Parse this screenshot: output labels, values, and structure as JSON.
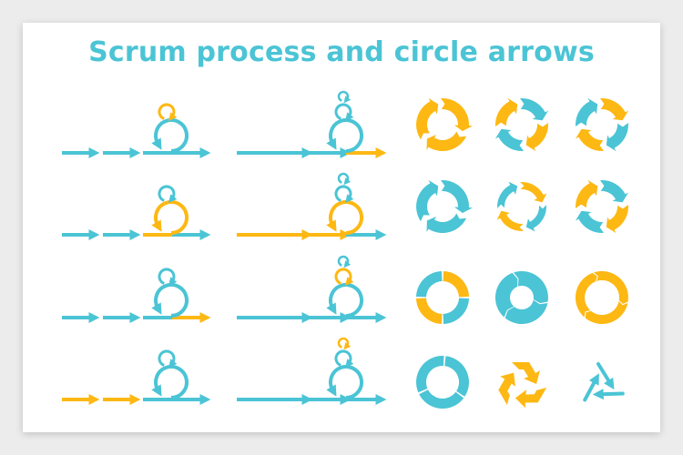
{
  "title": "Scrum process and circle arrows",
  "colors": {
    "blue": "#4bc4d5",
    "yellow": "#fdb813"
  },
  "scrum_rows": [
    {
      "left": {
        "sprint1": "blue",
        "sprint2": "blue",
        "line": "blue",
        "loop": "blue",
        "small_loop": "yellow",
        "tail": "blue"
      },
      "right": {
        "line": "blue",
        "loop": "blue",
        "small_loop": "blue",
        "tiny_loop": "blue",
        "tail": "yellow"
      }
    },
    {
      "left": {
        "sprint1": "blue",
        "sprint2": "blue",
        "line": "yellow",
        "loop": "yellow",
        "small_loop": "blue",
        "tail": "blue"
      },
      "right": {
        "line": "yellow",
        "loop": "yellow",
        "small_loop": "blue",
        "tiny_loop": "blue",
        "tail": "blue"
      }
    },
    {
      "left": {
        "sprint1": "blue",
        "sprint2": "blue",
        "line": "blue",
        "loop": "blue",
        "small_loop": "blue",
        "tail": "yellow"
      },
      "right": {
        "line": "blue",
        "loop": "blue",
        "small_loop": "yellow",
        "tiny_loop": "blue",
        "tail": "blue"
      }
    },
    {
      "left": {
        "sprint1": "yellow",
        "sprint2": "yellow",
        "line": "blue",
        "loop": "blue",
        "small_loop": "blue",
        "tail": "blue"
      },
      "right": {
        "line": "blue",
        "loop": "blue",
        "small_loop": "blue",
        "tiny_loop": "yellow",
        "tail": "blue"
      }
    }
  ],
  "circle_icons": [
    {
      "type": "arrows",
      "colors": [
        "yellow",
        "yellow",
        "yellow"
      ]
    },
    {
      "type": "arrows",
      "colors": [
        "blue",
        "yellow",
        "blue",
        "yellow"
      ]
    },
    {
      "type": "arrows",
      "colors": [
        "yellow",
        "blue",
        "yellow",
        "blue"
      ]
    },
    {
      "type": "arrows",
      "colors": [
        "blue",
        "blue",
        "blue"
      ]
    },
    {
      "type": "arrows-thin",
      "colors": [
        "yellow",
        "blue",
        "yellow",
        "blue"
      ]
    },
    {
      "type": "arrows",
      "colors": [
        "blue",
        "yellow",
        "blue",
        "yellow"
      ]
    },
    {
      "type": "segments",
      "colors": [
        "yellow",
        "blue",
        "yellow",
        "blue"
      ]
    },
    {
      "type": "notched",
      "colors": [
        "blue",
        "blue",
        "blue"
      ]
    },
    {
      "type": "notched",
      "colors": [
        "yellow",
        "yellow",
        "yellow"
      ]
    },
    {
      "type": "segments",
      "colors": [
        "blue",
        "blue",
        "blue"
      ]
    },
    {
      "type": "recycle",
      "colors": [
        "yellow"
      ]
    },
    {
      "type": "triangle",
      "colors": [
        "blue"
      ]
    }
  ]
}
